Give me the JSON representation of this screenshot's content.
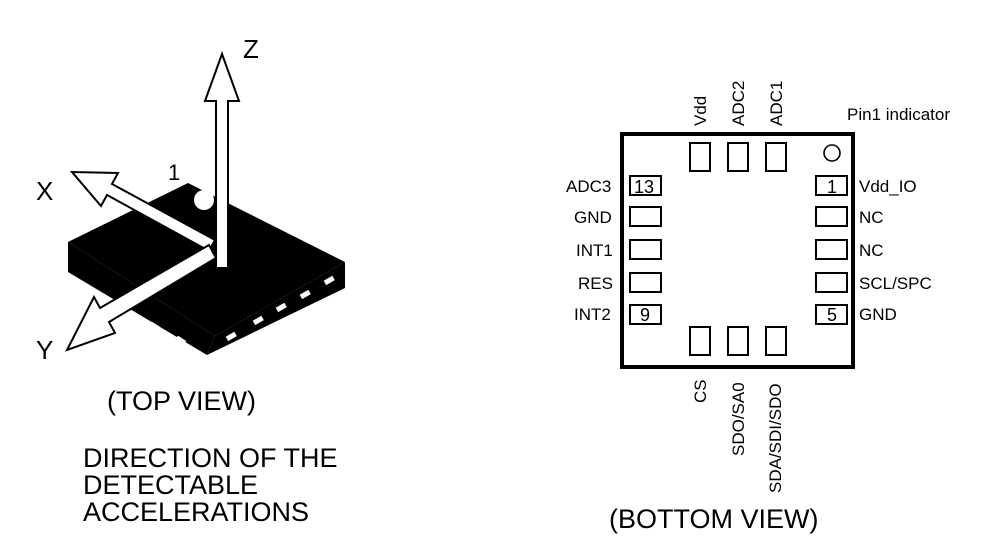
{
  "top_view": {
    "axis_z": "Z",
    "axis_x": "X",
    "axis_y": "Y",
    "pin1_marker": "1",
    "caption": "(TOP VIEW)",
    "title_lines": [
      "DIRECTION OF THE",
      "DETECTABLE",
      "ACCELERATIONS"
    ]
  },
  "bottom_view": {
    "caption": "(BOTTOM VIEW)",
    "pin1_indicator": "Pin1 indicator",
    "top_pins": [
      "Vdd",
      "ADC2",
      "ADC1"
    ],
    "bottom_pins": [
      "CS",
      "SDO/SA0",
      "SDA/SDI/SDO"
    ],
    "left_pins": [
      "ADC3",
      "GND",
      "INT1",
      "RES",
      "INT2"
    ],
    "right_pins": [
      "Vdd_IO",
      "NC",
      "NC",
      "SCL/SPC",
      "GND"
    ],
    "pad_numbers": {
      "left_top": "13",
      "left_bottom": "9",
      "right_top": "1",
      "right_bottom": "5"
    }
  }
}
